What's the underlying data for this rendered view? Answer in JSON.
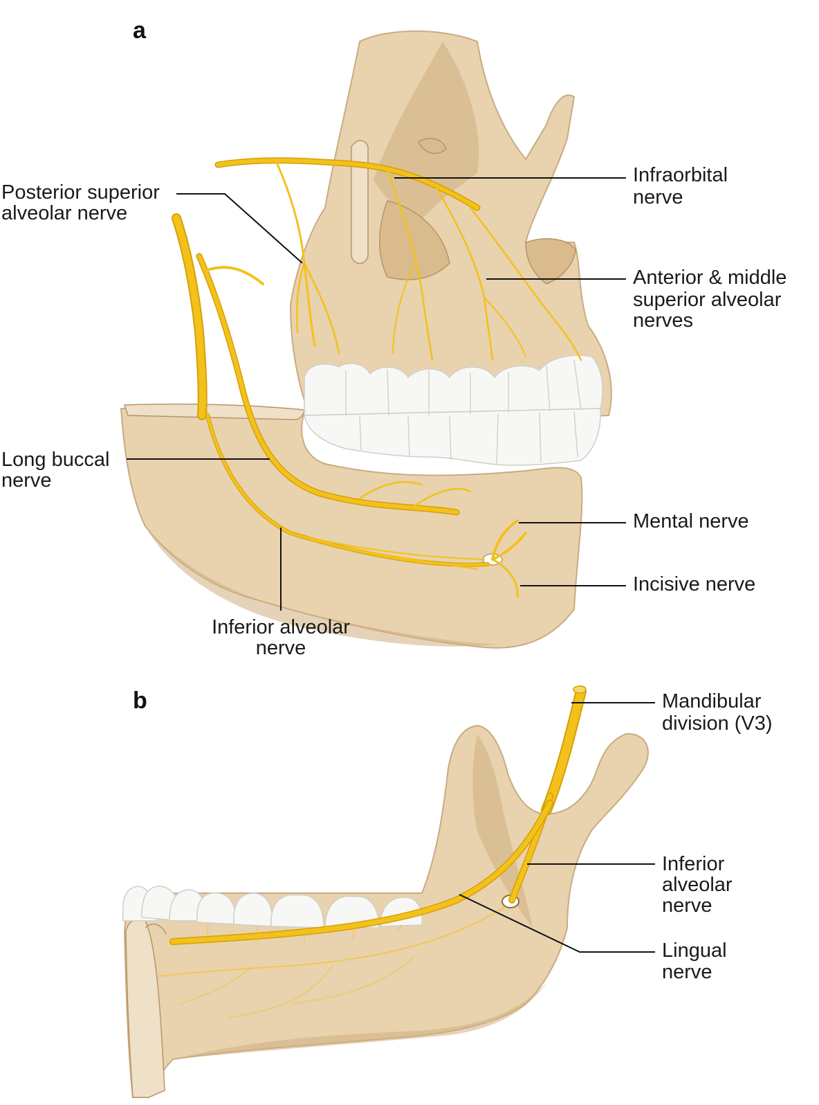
{
  "panels": {
    "a": {
      "letter": "a",
      "labels": {
        "posterior_superior": [
          "Posterior superior",
          "alveolar nerve"
        ],
        "infraorbital": [
          "Infraorbital",
          "nerve"
        ],
        "anterior_middle": [
          "Anterior & middle",
          "superior alveolar",
          "nerves"
        ],
        "long_buccal": [
          "Long buccal",
          "nerve"
        ],
        "mental": [
          "Mental nerve"
        ],
        "incisive": [
          "Incisive nerve"
        ],
        "inferior_alveolar": [
          "Inferior alveolar",
          "nerve"
        ]
      }
    },
    "b": {
      "letter": "b",
      "labels": {
        "mandibular_division": [
          "Mandibular",
          "division (V3)"
        ],
        "inferior_alveolar": [
          "Inferior",
          "alveolar",
          "nerve"
        ],
        "lingual": [
          "Lingual",
          "nerve"
        ]
      }
    }
  },
  "colors": {
    "bone": "#e9d2ae",
    "nerve": "#f2c21b",
    "tooth": "#f7f7f5",
    "text": "#1a1a1a"
  }
}
